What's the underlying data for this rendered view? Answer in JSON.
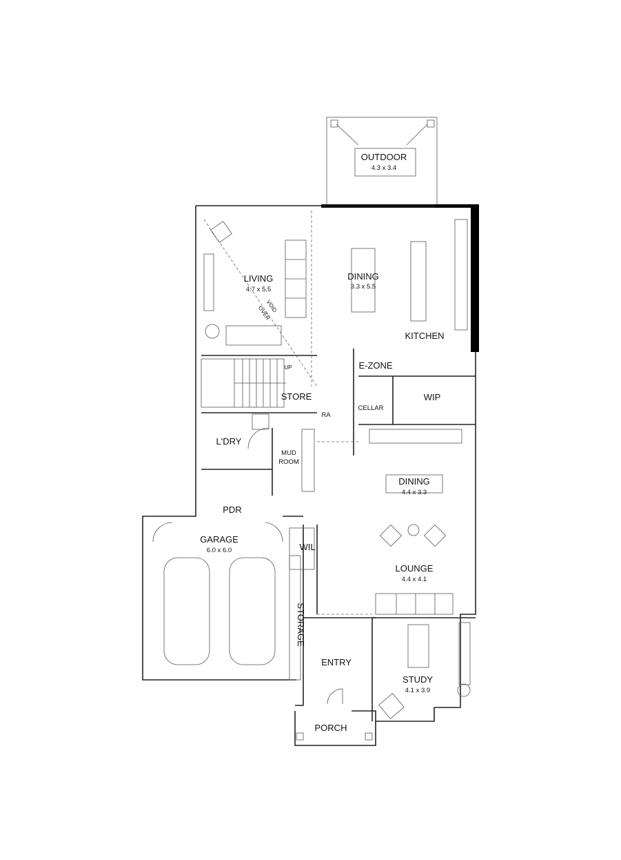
{
  "plan": {
    "rooms": {
      "outdoor": {
        "name": "OUTDOOR",
        "size": "4.3 x 3.4"
      },
      "living": {
        "name": "LIVING",
        "size": "4.7 x 5.5"
      },
      "void": {
        "line1": "VOID",
        "line2": "OVER"
      },
      "dining_upper": {
        "name": "DINING",
        "size": "3.3 x 5.5"
      },
      "kitchen": {
        "name": "KITCHEN"
      },
      "ezone": {
        "name": "E-ZONE"
      },
      "wip": {
        "name": "WIP"
      },
      "cellar": {
        "name": "CELLAR"
      },
      "store": {
        "name": "STORE"
      },
      "up": {
        "name": "UP"
      },
      "ra": {
        "name": "RA"
      },
      "laundry": {
        "name": "L'DRY"
      },
      "mudroom": {
        "line1": "MUD",
        "line2": "ROOM"
      },
      "pdr": {
        "name": "PDR"
      },
      "garage": {
        "name": "GARAGE",
        "size": "6.0 x 6.0"
      },
      "wil": {
        "name": "WIL"
      },
      "dining_lower": {
        "name": "DINING",
        "size": "4.4 x 3.3"
      },
      "lounge": {
        "name": "LOUNGE",
        "size": "4.4 x 4.1"
      },
      "storage": {
        "name": "STORAGE"
      },
      "entry": {
        "name": "ENTRY"
      },
      "study": {
        "name": "STUDY",
        "size": "4.1 x 3.9"
      },
      "porch": {
        "name": "PORCH"
      }
    },
    "colors": {
      "walls": "#222222",
      "feature_wall": "#000000",
      "background": "#ffffff"
    }
  }
}
